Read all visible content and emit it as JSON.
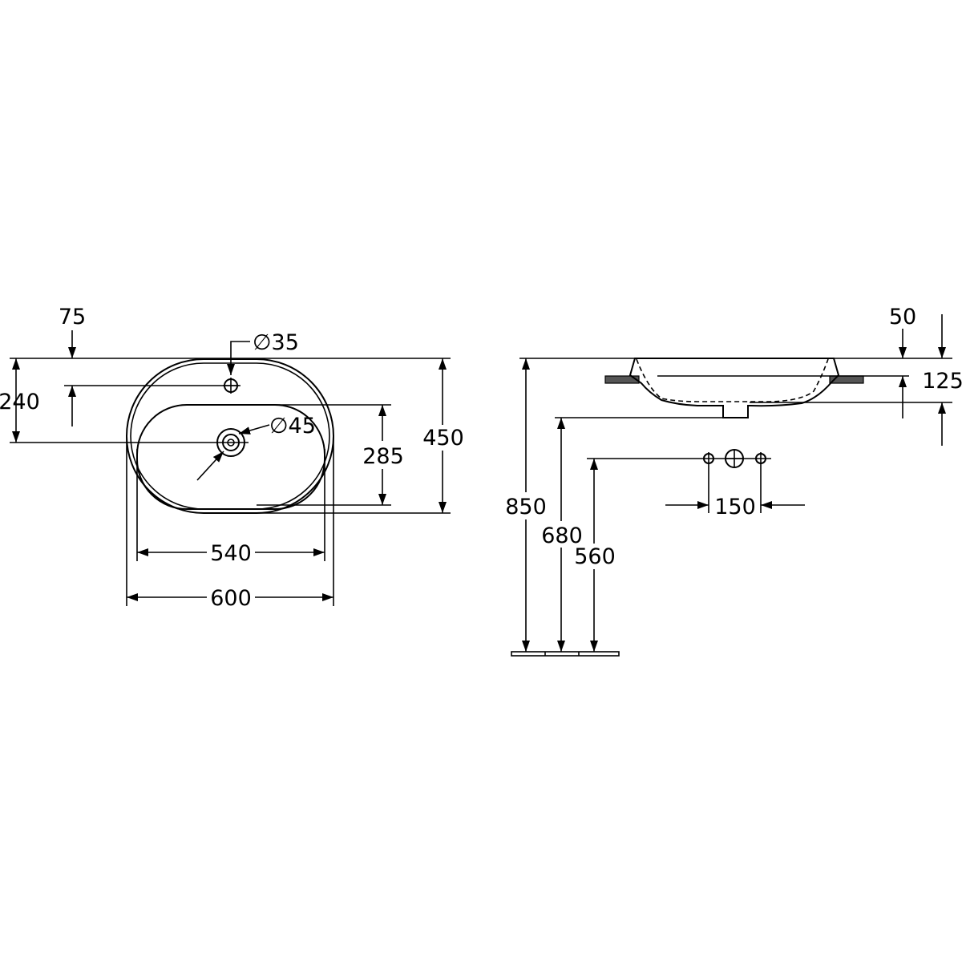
{
  "plan_view": {
    "dim_overflow_hole_offset": "75",
    "dim_overflow_hole_diameter": "∅35",
    "dim_drain_diameter": "∅45",
    "dim_drain_offset": "240",
    "dim_bowl_depth": "285",
    "dim_overall_depth": "450",
    "dim_bowl_width": "540",
    "dim_overall_width": "600"
  },
  "side_view": {
    "dim_rim_height": "50",
    "dim_total_height": "125",
    "dim_counter_height": "850",
    "dim_drain_height": "680",
    "dim_tap_height": "560",
    "dim_tap_spacing": "150"
  }
}
